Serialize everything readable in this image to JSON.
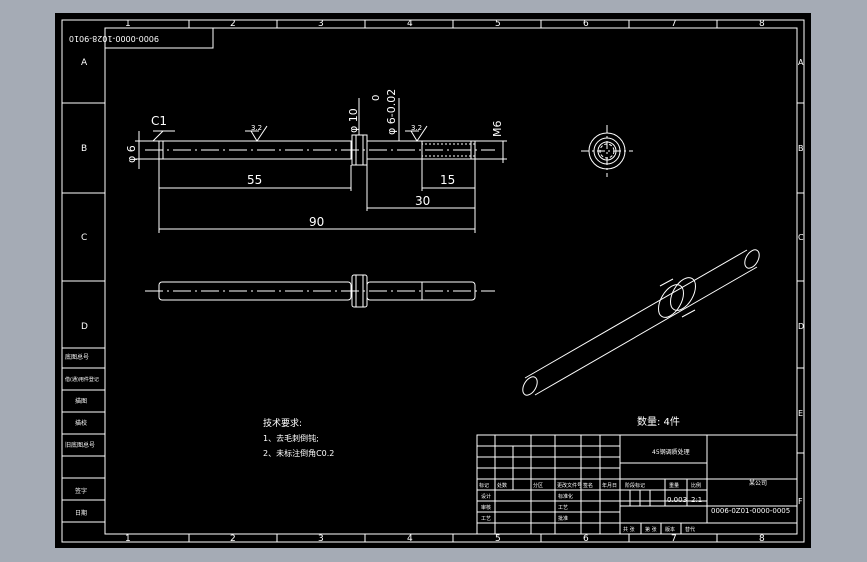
{
  "drawing": {
    "code_box": "9000-0000-1028-9010",
    "chamfer": "C1",
    "roughness": [
      "3.2",
      "3.2"
    ],
    "dims": {
      "dia_left": "φ 6",
      "dia_collar": "φ 10",
      "tol_upper": "0",
      "dia_tol": "φ 6-0.02",
      "thread": "M6",
      "len_55": "55",
      "len_15": "15",
      "len_30": "30",
      "len_90": "90"
    },
    "notes": {
      "title": "技术要求:",
      "line1": "1、去毛刺倒钝;",
      "line2": "2、未标注倒角C0.2"
    },
    "quantity": "数量: 4件",
    "column_numbers": [
      "1",
      "2",
      "3",
      "4",
      "5",
      "6",
      "7",
      "8"
    ],
    "row_letters": [
      "A",
      "B",
      "C",
      "D",
      "E",
      "F"
    ],
    "left_strip": [
      "底图总号",
      "借(通)用件登记",
      "描图",
      "描校",
      "旧底图总号",
      "签字",
      "日期"
    ]
  },
  "title_block": {
    "part_name": "45钢调质处理",
    "drawing_no": "0006-0Z01-0000-0005",
    "material": "",
    "header_cols": [
      "标记",
      "处数",
      "分区",
      "更改文件号",
      "签名",
      "年月日"
    ],
    "roles": [
      "设计",
      "审核",
      "工艺"
    ],
    "roles2": [
      "标准化",
      "工艺",
      "批准"
    ],
    "stage_labels": [
      "阶段标记",
      "重量",
      "比例"
    ],
    "weight": "0.003",
    "scale": "2:1",
    "company": "某公司",
    "bottom_row": [
      "共 张",
      "第 张",
      "版本",
      "替代"
    ]
  }
}
